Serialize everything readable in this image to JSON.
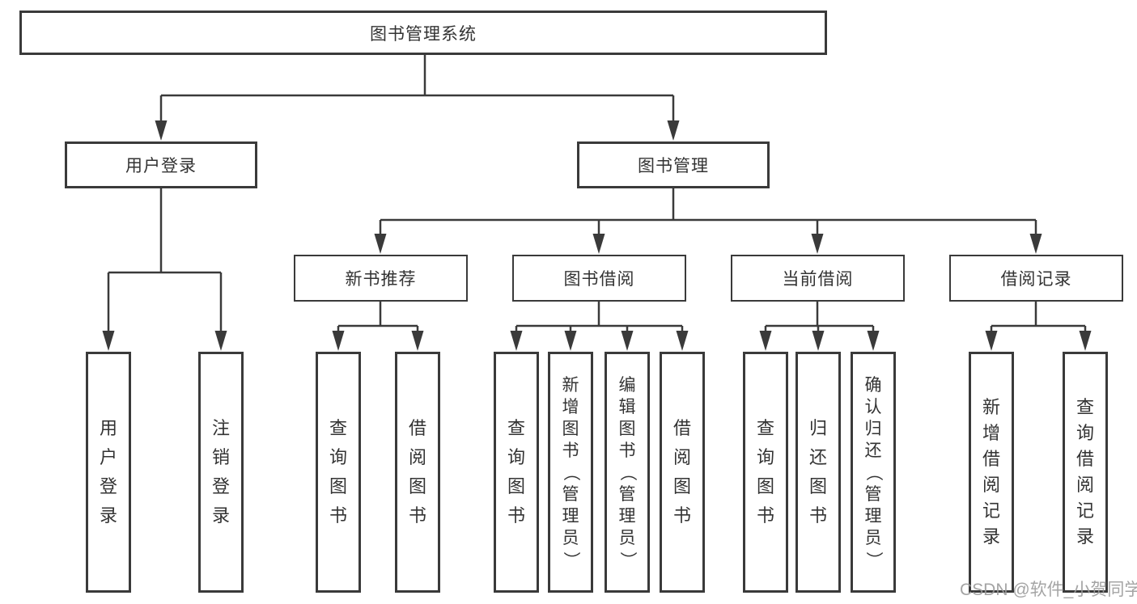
{
  "diagram": {
    "type": "tree",
    "root": {
      "label": "图书管理系统"
    },
    "level2": {
      "user_login": {
        "label": "用户登录",
        "parent": "图书管理系统"
      },
      "book_management": {
        "label": "图书管理",
        "parent": "图书管理系统"
      }
    },
    "level3": {
      "new_book_recommend": {
        "label": "新书推荐",
        "parent": "图书管理"
      },
      "book_borrowing": {
        "label": "图书借阅",
        "parent": "图书管理"
      },
      "current_borrowing": {
        "label": "当前借阅",
        "parent": "图书管理"
      },
      "borrowing_records": {
        "label": "借阅记录",
        "parent": "图书管理"
      }
    },
    "leaves": {
      "user_login_leaf": {
        "label": "用户登录",
        "parent": "用户登录"
      },
      "logout_leaf": {
        "label": "注销登录",
        "parent": "用户登录"
      },
      "query_books_recommend": {
        "label": "查询图书",
        "parent": "新书推荐"
      },
      "borrow_books_recommend": {
        "label": "借阅图书",
        "parent": "新书推荐"
      },
      "query_books_borrowing": {
        "label": "查询图书",
        "parent": "图书借阅"
      },
      "add_books_admin": {
        "label": "新增图书（管理员）",
        "parent": "图书借阅"
      },
      "edit_books_admin": {
        "label": "编辑图书（管理员）",
        "parent": "图书借阅"
      },
      "borrow_books_borrowing": {
        "label": "借阅图书",
        "parent": "图书借阅"
      },
      "query_books_current": {
        "label": "查询图书",
        "parent": "当前借阅"
      },
      "return_books": {
        "label": "归还图书",
        "parent": "当前借阅"
      },
      "confirm_return_admin": {
        "label": "确认归还（管理员）",
        "parent": "当前借阅"
      },
      "add_borrowing_record": {
        "label": "新增借阅记录",
        "parent": "借阅记录"
      },
      "query_borrowing_record": {
        "label": "查询借阅记录",
        "parent": "借阅记录"
      }
    },
    "colors": {
      "line": "#3a3a3a",
      "box_border": "#3a3a3a",
      "box_fill": "#ffffff",
      "text": "#333333"
    }
  },
  "watermark": {
    "text": "CSDN @软件_小贺同学",
    "color": "#9a9a9a"
  }
}
